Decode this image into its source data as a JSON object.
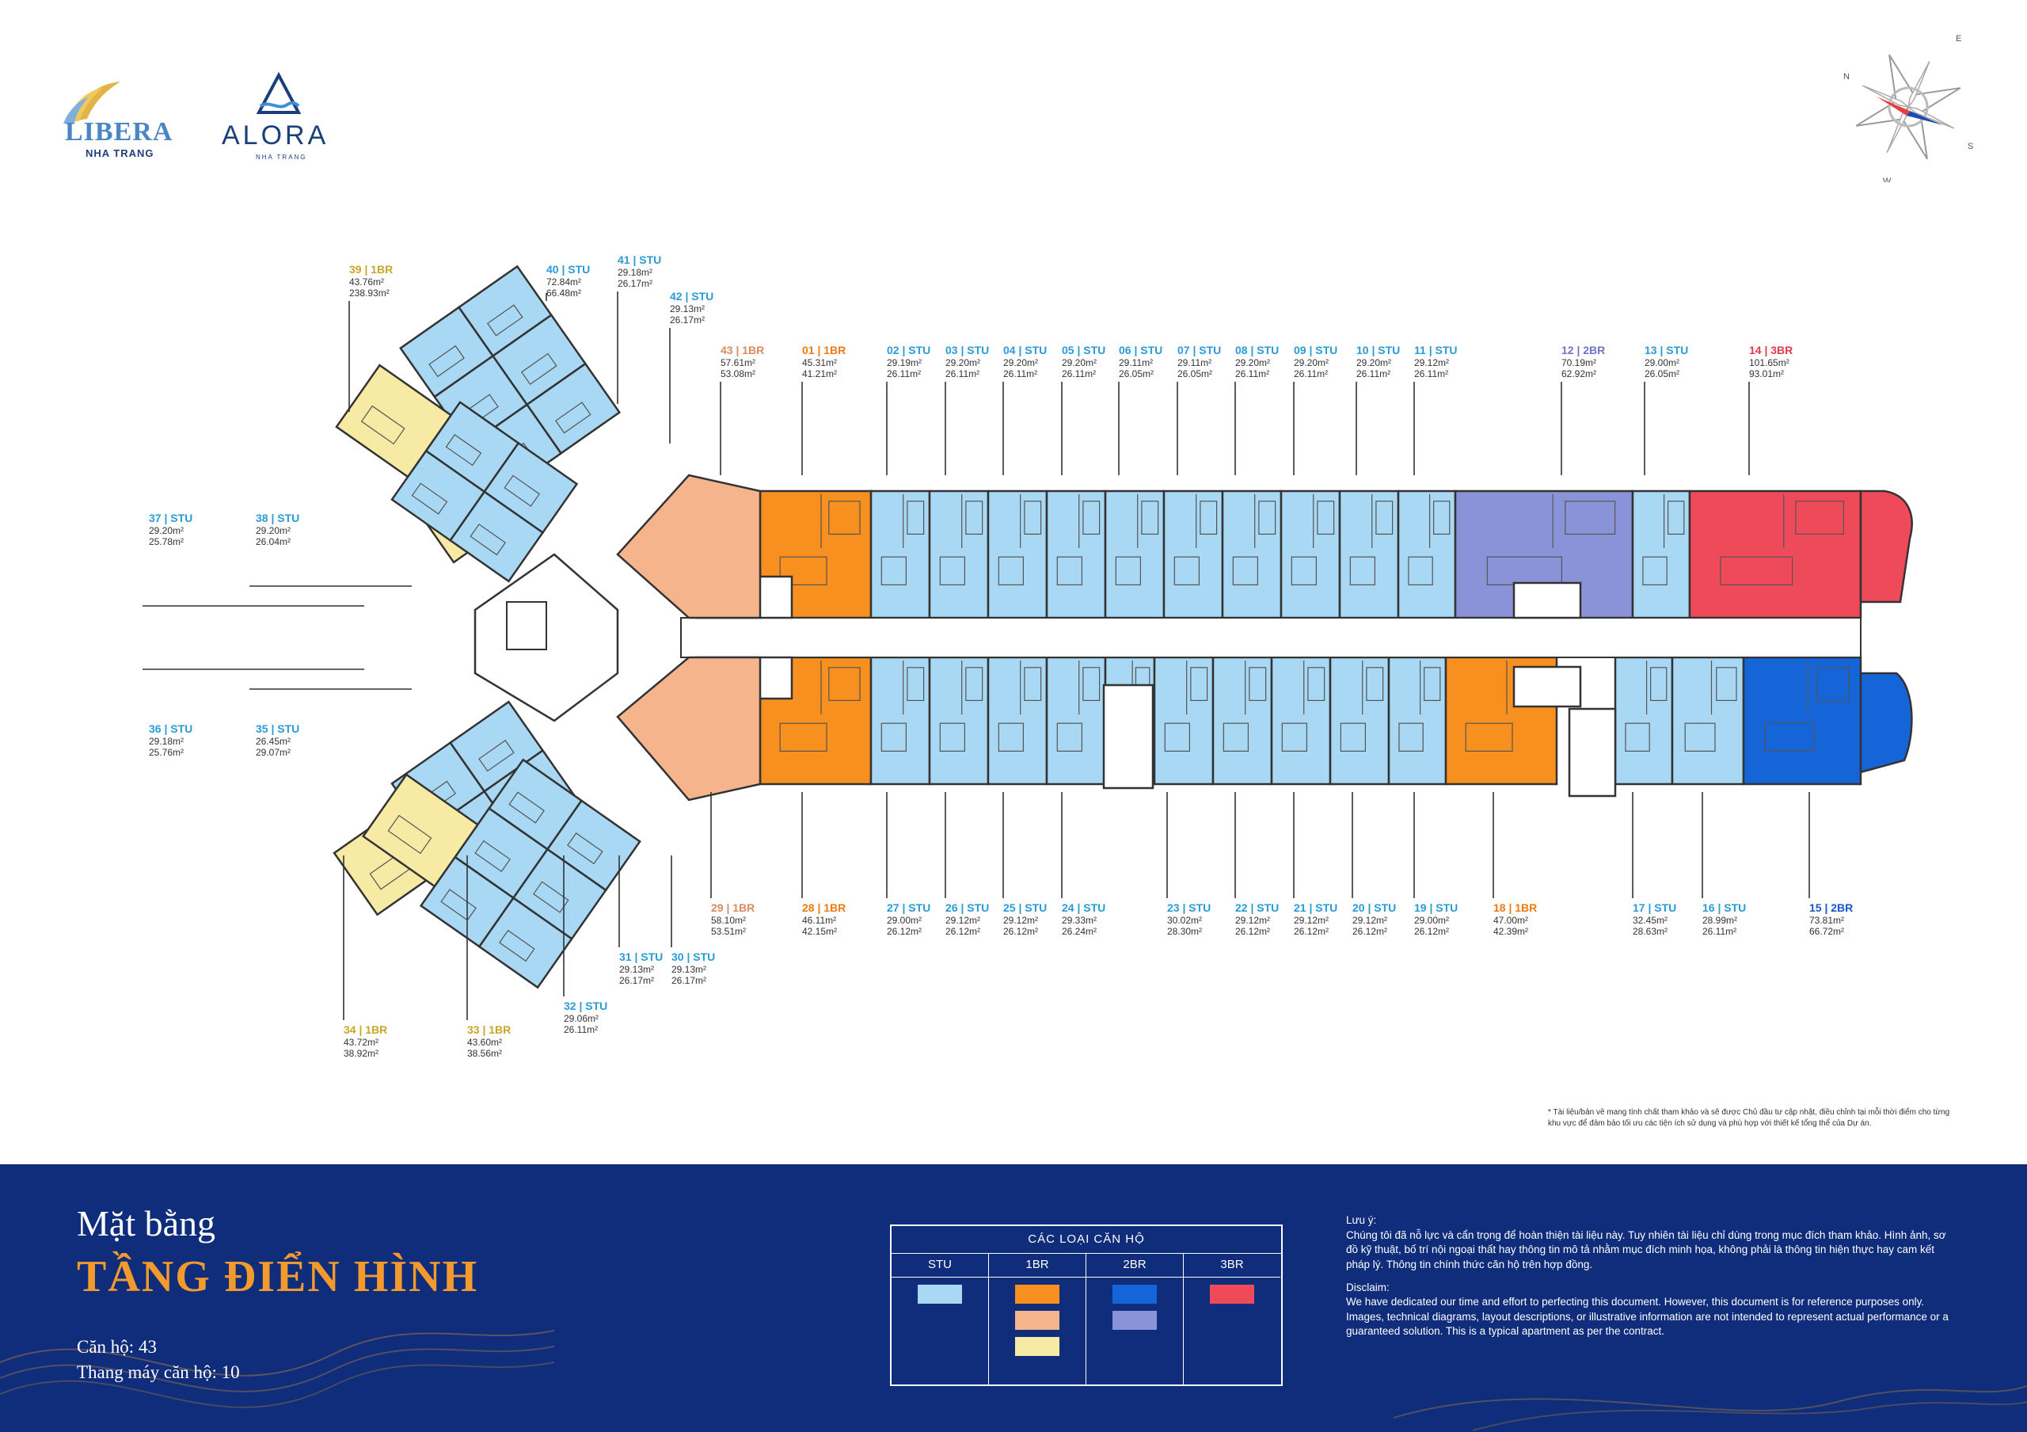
{
  "logos": {
    "libera": {
      "word": "LIBERA",
      "sub": "NHA TRANG"
    },
    "alora": {
      "word": "ALORA",
      "sub": "NHA TRANG"
    }
  },
  "compass": {
    "n": "N",
    "e": "E",
    "s": "S",
    "w": "W"
  },
  "colors": {
    "stu": "#a8d8f4",
    "1br_orange": "#f7901e",
    "1br_salmon": "#f6b48d",
    "1br_yellow": "#f7eaa5",
    "2br_blue": "#1565d8",
    "2br_lavender": "#8a92d8",
    "3br": "#ef4a5a",
    "banner": "#0f2d7a",
    "accent": "#f29a2e"
  },
  "units_top": [
    {
      "label": "39 | 1BR",
      "type": "1br-y",
      "a1": "43.76m²",
      "a2": "238.93m²"
    },
    {
      "label": "40 | STU",
      "type": "stu",
      "a1": "72.84m²",
      "a2": "66.48m²"
    },
    {
      "label": "41 | STU",
      "type": "stu",
      "a1": "29.18m²",
      "a2": "26.17m²"
    },
    {
      "label": "42 | STU",
      "type": "stu",
      "a1": "29.13m²",
      "a2": "26.17m²"
    },
    {
      "label": "43 | 1BR",
      "type": "1br-s",
      "a1": "57.61m²",
      "a2": "53.08m²"
    },
    {
      "label": "01 | 1BR",
      "type": "1br-o",
      "a1": "45.31m²",
      "a2": "41.21m²"
    },
    {
      "label": "02 | STU",
      "type": "stu",
      "a1": "29.19m²",
      "a2": "26.11m²"
    },
    {
      "label": "03 | STU",
      "type": "stu",
      "a1": "29.20m²",
      "a2": "26.11m²"
    },
    {
      "label": "04 | STU",
      "type": "stu",
      "a1": "29.20m²",
      "a2": "26.11m²"
    },
    {
      "label": "05 | STU",
      "type": "stu",
      "a1": "29.20m²",
      "a2": "26.11m²"
    },
    {
      "label": "06 | STU",
      "type": "stu",
      "a1": "29.11m²",
      "a2": "26.05m²"
    },
    {
      "label": "07 | STU",
      "type": "stu",
      "a1": "29.11m²",
      "a2": "26.05m²"
    },
    {
      "label": "08 | STU",
      "type": "stu",
      "a1": "29.20m²",
      "a2": "26.11m²"
    },
    {
      "label": "09 | STU",
      "type": "stu",
      "a1": "29.20m²",
      "a2": "26.11m²"
    },
    {
      "label": "10 | STU",
      "type": "stu",
      "a1": "29.20m²",
      "a2": "26.11m²"
    },
    {
      "label": "11 | STU",
      "type": "stu",
      "a1": "29.12m²",
      "a2": "26.11m²"
    },
    {
      "label": "12 | 2BR",
      "type": "2br-l",
      "a1": "70.19m²",
      "a2": "62.92m²"
    },
    {
      "label": "13 | STU",
      "type": "stu",
      "a1": "29.00m²",
      "a2": "26.05m²"
    },
    {
      "label": "14 | 3BR",
      "type": "3br",
      "a1": "101.65m²",
      "a2": "93.01m²"
    }
  ],
  "units_left": [
    {
      "label": "37 | STU",
      "type": "stu",
      "a1": "29.20m²",
      "a2": "25.78m²"
    },
    {
      "label": "38 | STU",
      "type": "stu",
      "a1": "29.20m²",
      "a2": "26.04m²"
    },
    {
      "label": "36 | STU",
      "type": "stu",
      "a1": "29.18m²",
      "a2": "25.76m²"
    },
    {
      "label": "35 | STU",
      "type": "stu",
      "a1": "26.45m²",
      "a2": "29.07m²"
    }
  ],
  "units_bottom": [
    {
      "label": "29 | 1BR",
      "type": "1br-s",
      "a1": "58.10m²",
      "a2": "53.51m²"
    },
    {
      "label": "28 | 1BR",
      "type": "1br-o",
      "a1": "46.11m²",
      "a2": "42.15m²"
    },
    {
      "label": "27 | STU",
      "type": "stu",
      "a1": "29.00m²",
      "a2": "26.12m²"
    },
    {
      "label": "26 | STU",
      "type": "stu",
      "a1": "29.12m²",
      "a2": "26.12m²"
    },
    {
      "label": "25 | STU",
      "type": "stu",
      "a1": "29.12m²",
      "a2": "26.12m²"
    },
    {
      "label": "24 | STU",
      "type": "stu",
      "a1": "29.33m²",
      "a2": "26.24m²"
    },
    {
      "label": "23 | STU",
      "type": "stu",
      "a1": "30.02m²",
      "a2": "28.30m²"
    },
    {
      "label": "22 | STU",
      "type": "stu",
      "a1": "29.12m²",
      "a2": "26.12m²"
    },
    {
      "label": "21 | STU",
      "type": "stu",
      "a1": "29.12m²",
      "a2": "26.12m²"
    },
    {
      "label": "20 | STU",
      "type": "stu",
      "a1": "29.12m²",
      "a2": "26.12m²"
    },
    {
      "label": "19 | STU",
      "type": "stu",
      "a1": "29.00m²",
      "a2": "26.12m²"
    },
    {
      "label": "18 | 1BR",
      "type": "1br-o",
      "a1": "47.00m²",
      "a2": "42.39m²"
    },
    {
      "label": "17 | STU",
      "type": "stu",
      "a1": "32.45m²",
      "a2": "28.63m²"
    },
    {
      "label": "16 | STU",
      "type": "stu",
      "a1": "28.99m²",
      "a2": "26.11m²"
    },
    {
      "label": "15 | 2BR",
      "type": "2br-d",
      "a1": "73.81m²",
      "a2": "66.72m²"
    },
    {
      "label": "31 | STU",
      "type": "stu",
      "a1": "29.13m²",
      "a2": "26.17m²"
    },
    {
      "label": "30 | STU",
      "type": "stu",
      "a1": "29.13m²",
      "a2": "26.17m²"
    },
    {
      "label": "32 | STU",
      "type": "stu",
      "a1": "29.06m²",
      "a2": "26.11m²"
    },
    {
      "label": "34 | 1BR",
      "type": "1br-y",
      "a1": "43.72m²",
      "a2": "38.92m²"
    },
    {
      "label": "33 | 1BR",
      "type": "1br-y",
      "a1": "43.60m²",
      "a2": "38.56m²"
    }
  ],
  "note_small": "* Tài liệu/bản vẽ mang tính chất tham khảo và sẽ được Chủ đầu tư cập nhật, điều chỉnh tại mỗi thời điểm cho từng khu vực để đảm bảo tối ưu các tiện ích sử dụng và phù hợp với thiết kế tổng thể của Dự án.",
  "banner": {
    "title": "Mặt bằng",
    "subtitle": "TẦNG ĐIỂN HÌNH",
    "units": "Căn hộ: 43",
    "lifts": "Thang máy căn hộ: 10"
  },
  "legend": {
    "title": "CÁC LOẠI CĂN HỘ",
    "columns": [
      "STU",
      "1BR",
      "2BR",
      "3BR"
    ]
  },
  "notes": {
    "luu_y_heading": "Lưu ý:",
    "luu_y_text": "Chúng tôi đã nỗ lực và cẩn trọng để hoàn thiện tài liệu này. Tuy nhiên tài liệu chỉ dùng trong mục đích tham khảo. Hình ảnh, sơ đồ kỹ thuật, bố trí nội ngoại thất hay thông tin mô tả nhằm mục đích minh họa, không phải là thông tin hiện thực hay cam kết pháp lý. Thông tin chính thức căn hộ trên hợp đồng.",
    "disclaim_heading": "Disclaim:",
    "disclaim_text": "We have dedicated our time and effort to perfecting this document. However, this document is for reference purposes only. Images, technical diagrams, layout descriptions, or illustrative information are not intended to represent actual performance or a guaranteed solution. This is a typical apartment as per the contract."
  }
}
